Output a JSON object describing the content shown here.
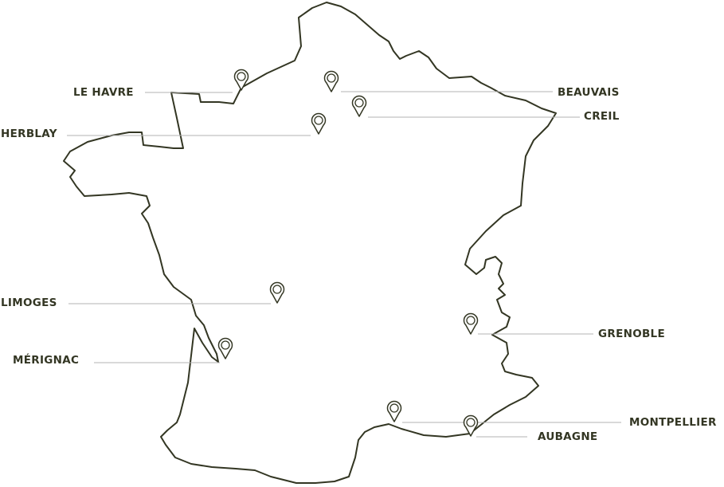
{
  "colors": {
    "outline": "#333623",
    "label": "#333623",
    "leader": "#b3b3b3",
    "background": "#ffffff"
  },
  "icon": "map-pin-icon",
  "cities": [
    {
      "name": "LE HAVRE"
    },
    {
      "name": "BEAUVAIS"
    },
    {
      "name": "CREIL"
    },
    {
      "name": "HERBLAY"
    },
    {
      "name": "LIMOGES"
    },
    {
      "name": "GRENOBLE"
    },
    {
      "name": "MÉRIGNAC"
    },
    {
      "name": "MONTPELLIER"
    },
    {
      "name": "AUBAGNE"
    }
  ]
}
